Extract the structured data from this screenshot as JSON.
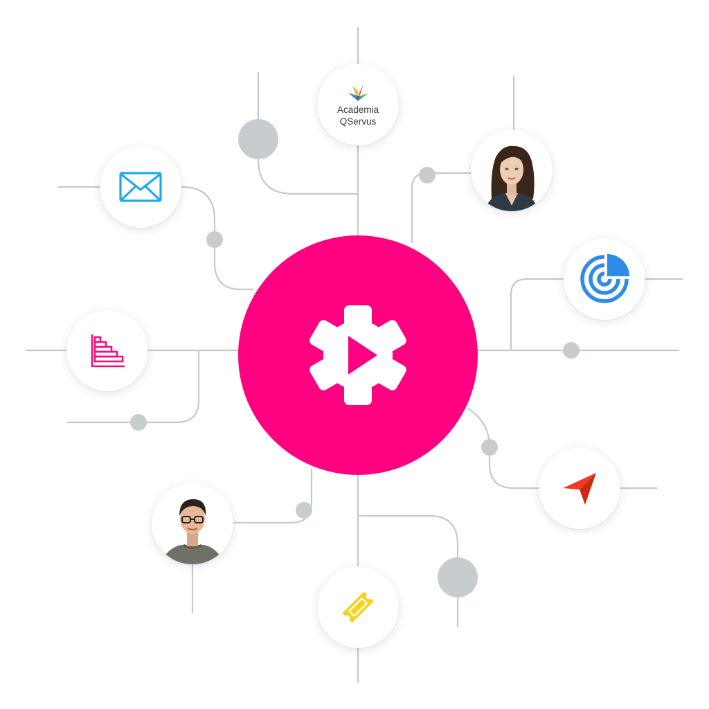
{
  "colors": {
    "hub": "#FF0080",
    "connector": "#C4C9CC",
    "dot": "#C7CCCE",
    "email_icon": "#1DA9F0",
    "chart_icon": "#F2107F",
    "radar_icon": "#2E8BE8",
    "send_icon": "#F0391F",
    "ticket_icon": "#F7D21A"
  },
  "hub": {
    "icon": "gear-play-icon"
  },
  "nodes": [
    {
      "id": "academia",
      "icon": "academia-qservus-logo",
      "brand_line1": "Academia",
      "brand_line2": "QServus"
    },
    {
      "id": "email",
      "icon": "envelope-icon"
    },
    {
      "id": "woman",
      "icon": "woman-avatar"
    },
    {
      "id": "radar",
      "icon": "radar-chart-icon"
    },
    {
      "id": "chart",
      "icon": "bar-chart-icon"
    },
    {
      "id": "send",
      "icon": "paper-plane-icon"
    },
    {
      "id": "man",
      "icon": "man-avatar"
    },
    {
      "id": "ticket",
      "icon": "ticket-icon"
    }
  ]
}
